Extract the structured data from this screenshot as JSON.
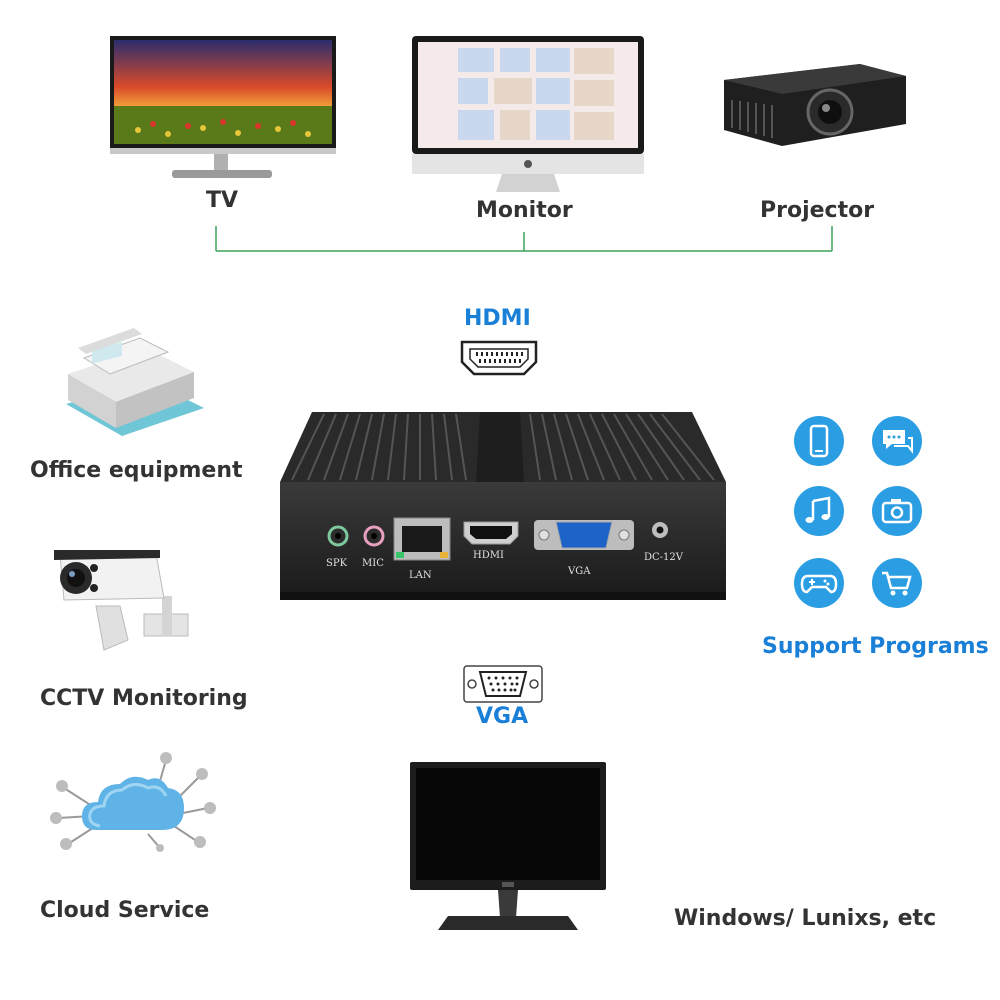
{
  "top_devices": {
    "tv_label": "TV",
    "monitor_label": "Monitor",
    "projector_label": "Projector"
  },
  "connectors": {
    "hdmi_label": "HDMI",
    "vga_label": "VGA"
  },
  "mini_pc_ports": {
    "spk": "SPK",
    "mic": "MIC",
    "lan": "LAN",
    "hdmi": "HDMI",
    "vga": "VGA",
    "dc": "DC-12V"
  },
  "applications": {
    "office_label": "Office equipment",
    "cctv_label": "CCTV Monitoring",
    "cloud_label": "Cloud Service"
  },
  "support_programs": {
    "title": "Support Programs",
    "icons": [
      "phone-icon",
      "chat-icon",
      "music-icon",
      "camera-icon",
      "gamepad-icon",
      "cart-icon"
    ]
  },
  "os_label": "Windows/ Lunixs, etc",
  "colors": {
    "accent_blue": "#1a7fd6",
    "icon_blue": "#2b9de3",
    "line_green": "#3aa35a",
    "label_gray": "#333333"
  }
}
